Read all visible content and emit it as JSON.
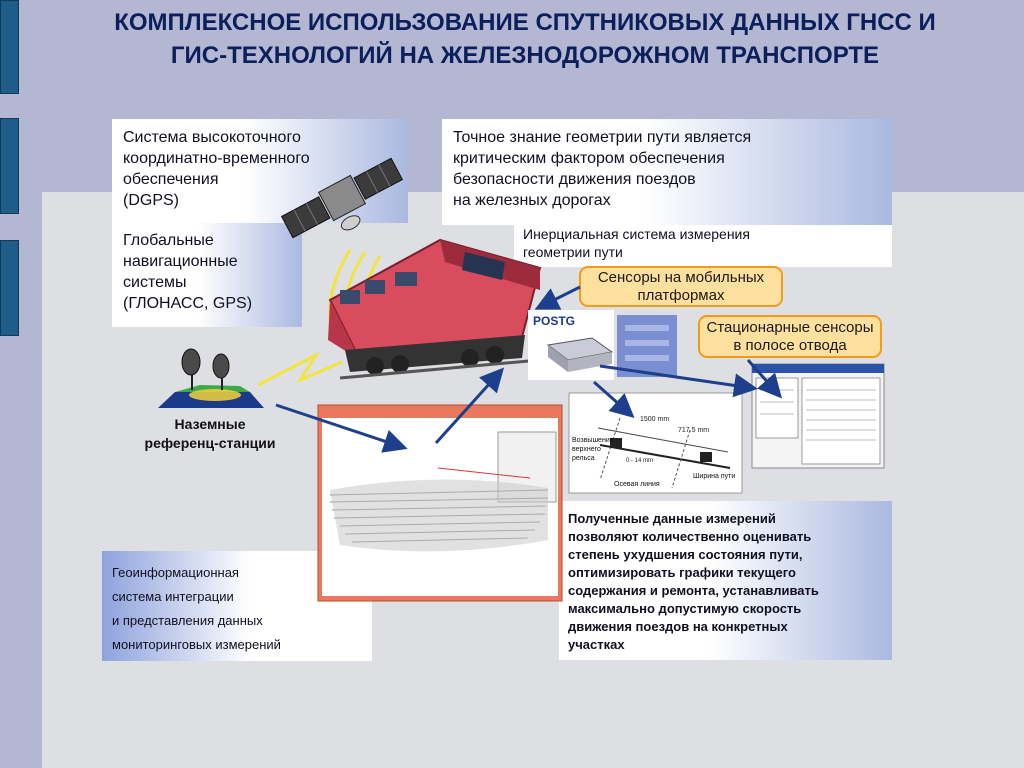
{
  "title": "КОМПЛЕКСНОЕ ИСПОЛЬЗОВАНИЕ СПУТНИКОВЫХ ДАННЫХ ГНСС И\nГИС-ТЕХНОЛОГИЙ НА ЖЕЛЕЗНОДОРОЖНОМ ТРАНСПОРТЕ",
  "boxes": {
    "dgps": "Система высокоточного\nкоординатно-временного\nобеспечения\n(DGPS)",
    "geometry": "Точное знание геометрии пути является\nкритическим фактором обеспечения\nбезопасности движения поездов\nна железных дорогах",
    "glonass": "Глобальные\nнавигационные\nсистемы\n(ГЛОНАСС, GPS)",
    "inertial": "Инерциальная система измерения\nгеометрии пути",
    "gis": "Геоинформационная\nсистема интеграции\nи представления данных\nмониторинговых измерений",
    "results": "Полученные данные измерений\nпозволяют количественно оценивать\nстепень ухудшения состояния пути,\nоптимизировать графики текущего\nсодержания и ремонта, устанавливать\nмаксимально допустимую скорость\nдвижения поездов на конкретных\nучастках"
  },
  "callouts": {
    "mobile_sensors": "Сенсоры на мобильных\nплатформах",
    "stationary_sensors": "Стационарные сенсоры\nв полосе отвода"
  },
  "labels": {
    "ground_stations": "Наземные\nреференц-станции",
    "postg_logo": "POSTG",
    "rail_elevation": "Возвышение\nверхнего\nрельса",
    "axis_line": "Осевая линия",
    "track_width": "Ширина пути",
    "dim_1500": "1500 mm",
    "dim_717": "717.5 mm",
    "dim_0_14": "0 - 14 mm"
  },
  "colors": {
    "title": "#0b1f5c",
    "accent_blue": "#1f5c8a",
    "callout_fill": "#fddf9e",
    "callout_border": "#f19b1c",
    "arrow": "#1e3f8c"
  }
}
